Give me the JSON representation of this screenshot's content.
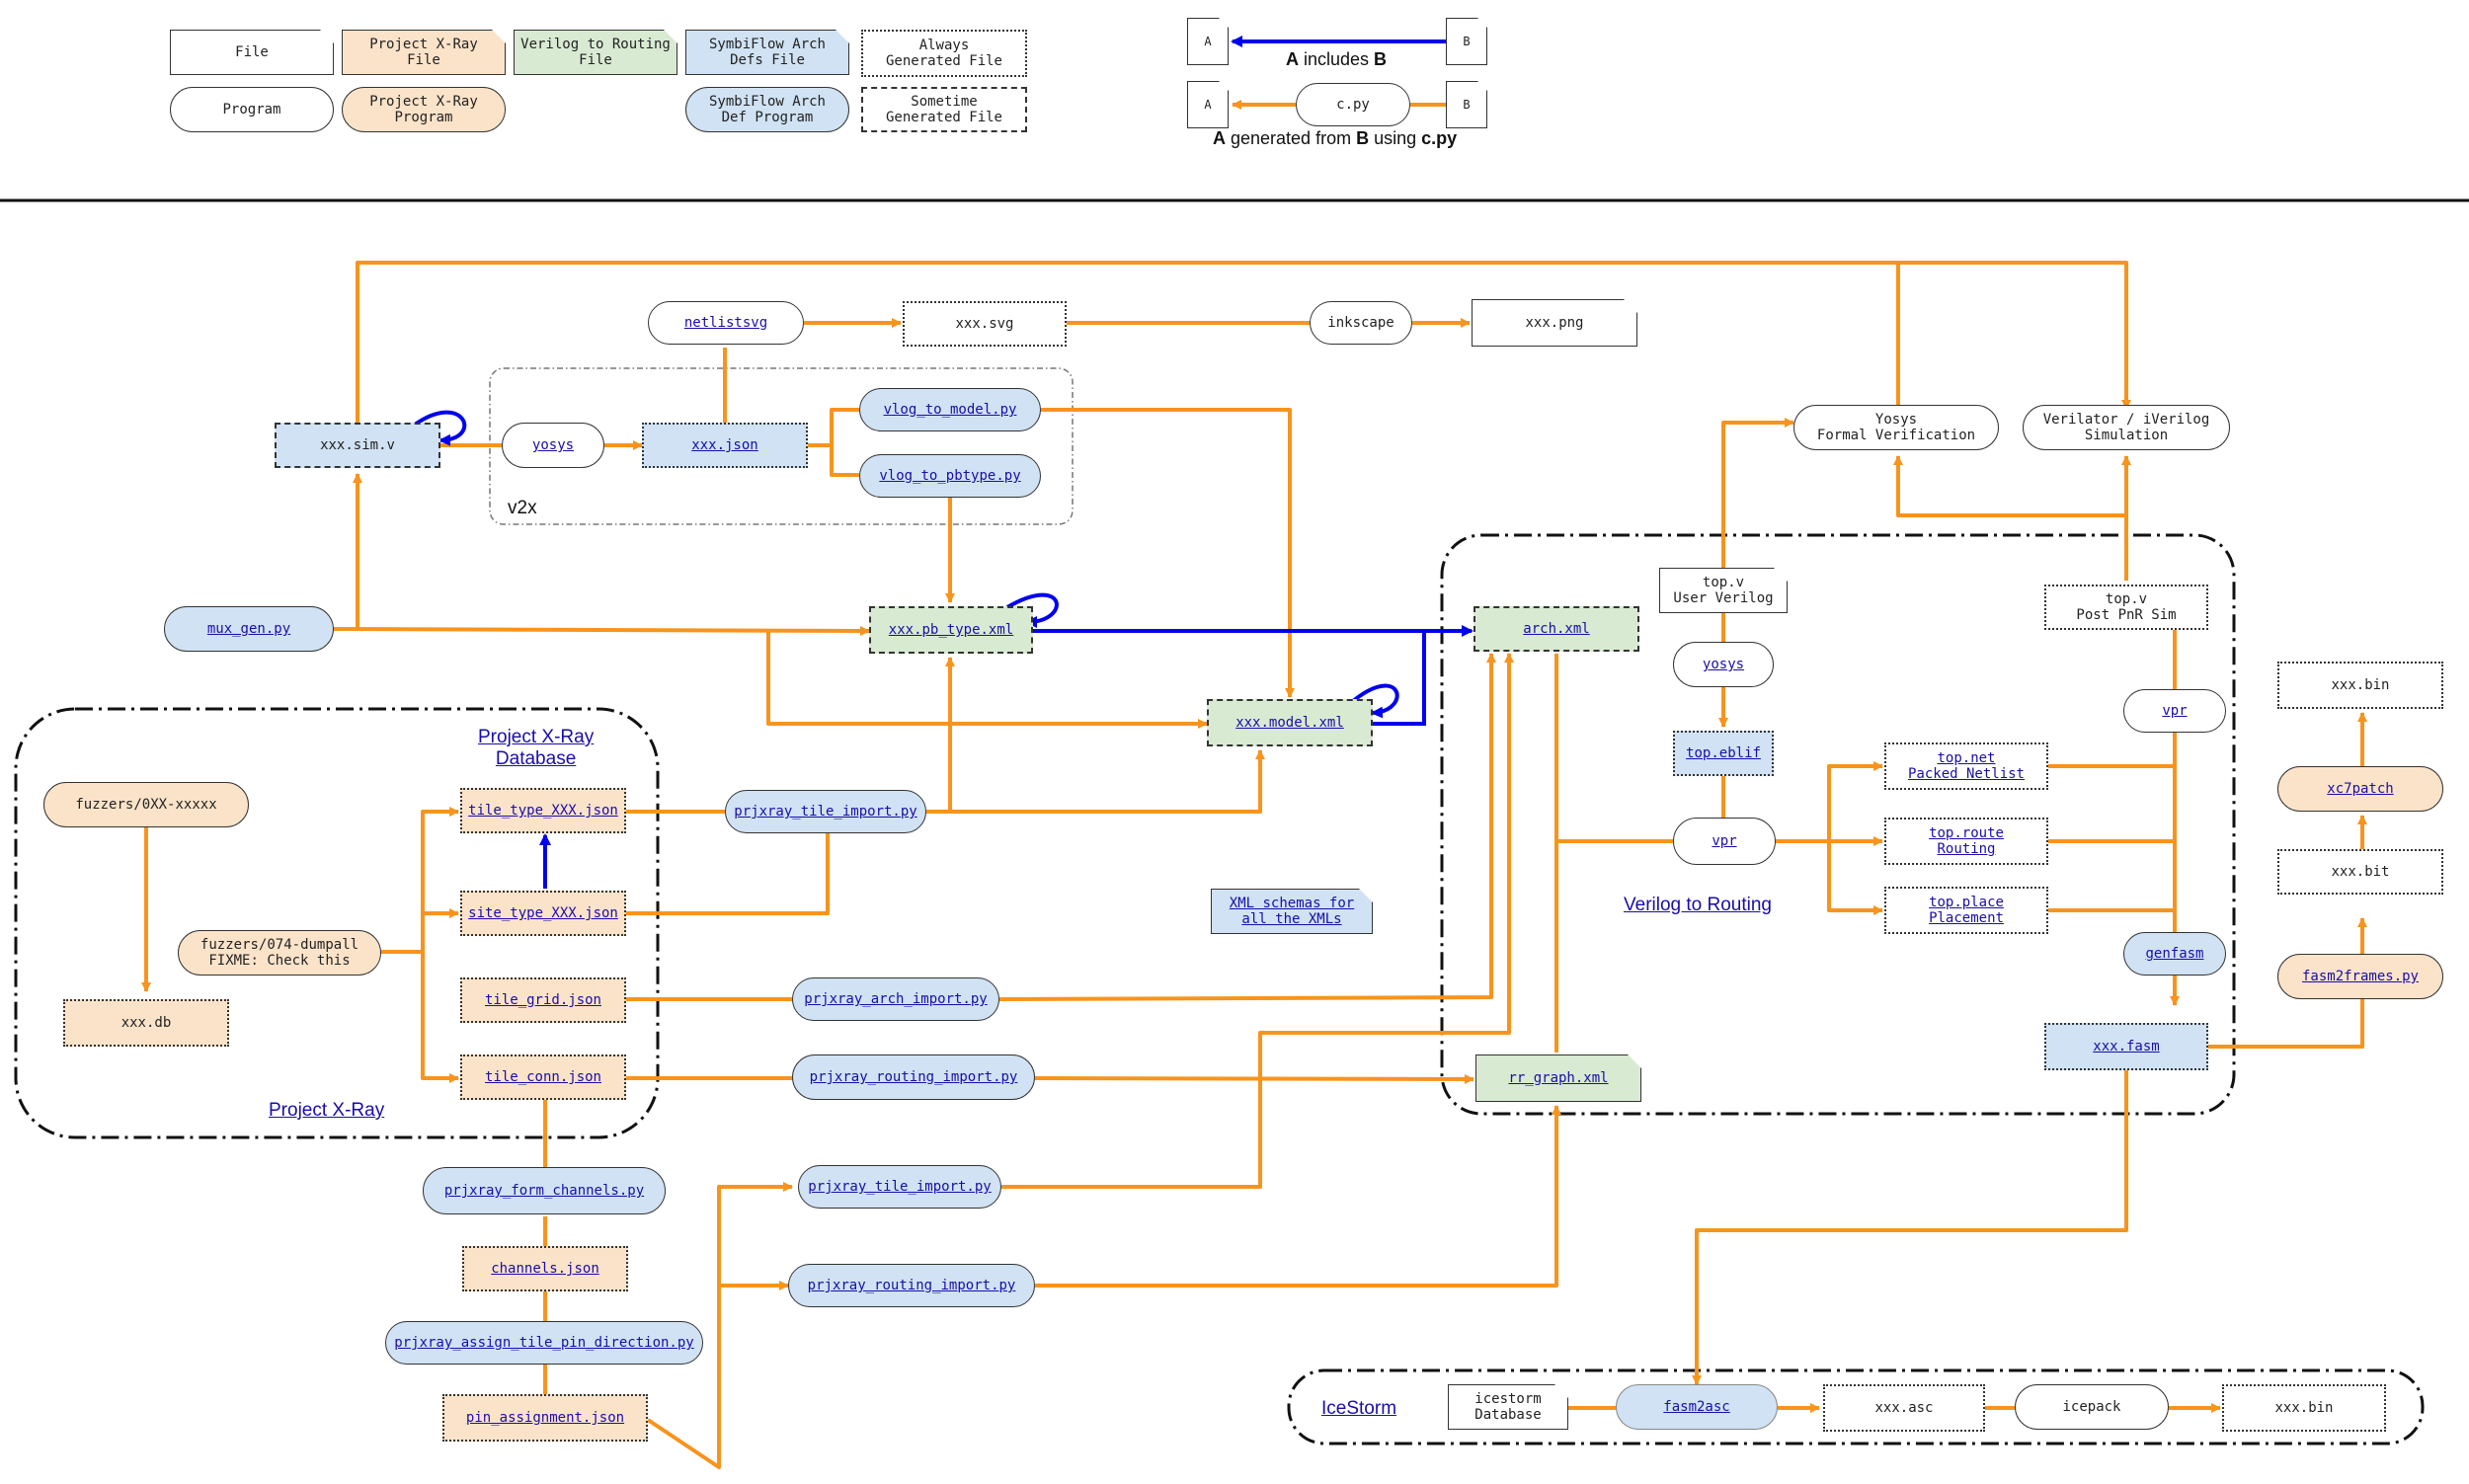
{
  "legend": {
    "file": "File",
    "xray_file": "Project X-Ray\nFile",
    "vtr_file": "Verilog to Routing\nFile",
    "sf_file": "SymbiFlow Arch\nDefs File",
    "always_gen": "Always\nGenerated File",
    "program": "Program",
    "xray_program": "Project X-Ray\nProgram",
    "sf_program": "SymbiFlow Arch\nDef Program",
    "sometime_gen": "Sometime\nGenerated File",
    "a": "A",
    "b": "B",
    "cpy": "c.py",
    "includes_pre": "A",
    "includes_mid": " includes ",
    "includes_post": "B",
    "gen_pre": "A",
    "gen_mid1": " generated from ",
    "gen_b": "B",
    "gen_mid2": " using ",
    "gen_post": "c.py"
  },
  "regions": {
    "v2x": "v2x",
    "prjxray_db": "Project X-Ray\nDatabase",
    "prjxray": "Project X-Ray",
    "vtr": "Verilog to Routing",
    "icestorm": "IceStorm"
  },
  "nodes": {
    "xxx_sim_v": "xxx.sim.v",
    "mux_gen": "mux_gen.py",
    "yosys_v2x": "yosys",
    "xxx_json": "xxx.json",
    "netlistsvg": "netlistsvg",
    "xxx_svg": "xxx.svg",
    "inkscape": "inkscape",
    "xxx_png": "xxx.png",
    "vlog_to_model": "vlog_to_model.py",
    "vlog_to_pbtype": "vlog_to_pbtype.py",
    "xxx_pb_type": "xxx.pb_type.xml",
    "xxx_model": "xxx.model.xml",
    "xml_schemas": "XML schemas for\nall the XMLs",
    "fuzzers_0xx": "fuzzers/0XX-xxxxx",
    "xxx_db": "xxx.db",
    "fuzzers_074": "fuzzers/074-dumpall\nFIXME: Check this",
    "tile_type_json": "tile_type_XXX.json",
    "site_type_json": "site_type_XXX.json",
    "tile_grid_json": "tile_grid.json",
    "tile_conn_json": "tile_conn.json",
    "prjxray_tile_import_1": "prjxray_tile_import.py",
    "prjxray_arch_import": "prjxray_arch_import.py",
    "prjxray_routing_import_1": "prjxray_routing_import.py",
    "prjxray_form_channels": "prjxray_form_channels.py",
    "channels_json": "channels.json",
    "prjxray_assign": "prjxray_assign_tile_pin_direction.py",
    "pin_assignment": "pin_assignment.json",
    "prjxray_tile_import_2": "prjxray_tile_import.py",
    "prjxray_routing_import_2": "prjxray_routing_import.py",
    "arch_xml": "arch.xml",
    "rr_graph": "rr_graph.xml",
    "top_v": "top.v\nUser Verilog",
    "yosys_vtr": "yosys",
    "top_eblif": "top.eblif",
    "vpr_main": "vpr",
    "top_net": "top.net\nPacked Netlist",
    "top_route": "top.route\nRouting",
    "top_place": "top.place\nPlacement",
    "genfasm": "genfasm",
    "xxx_fasm": "xxx.fasm",
    "vpr_sim": "vpr",
    "top_v_sim": "top.v\nPost PnR Sim",
    "yosys_fv": "Yosys\nFormal Verification",
    "verilator": "Verilator / iVerilog\nSimulation",
    "xxx_bin_top": "xxx.bin",
    "xc7patch": "xc7patch",
    "xxx_bit": "xxx.bit",
    "fasm2frames": "fasm2frames.py",
    "icestorm_db": "icestorm\nDatabase",
    "fasm2asc": "fasm2asc",
    "xxx_asc": "xxx.asc",
    "icepack": "icepack",
    "xxx_bin_ice": "xxx.bin"
  },
  "colors": {
    "generated_arrow": "#f7941d",
    "includes_arrow": "#0000ee",
    "xray_fill": "#fbe3c9",
    "symbiflow_fill": "#d0e2f3",
    "vtr_fill": "#d9ead3",
    "link": "#1a0dab"
  }
}
